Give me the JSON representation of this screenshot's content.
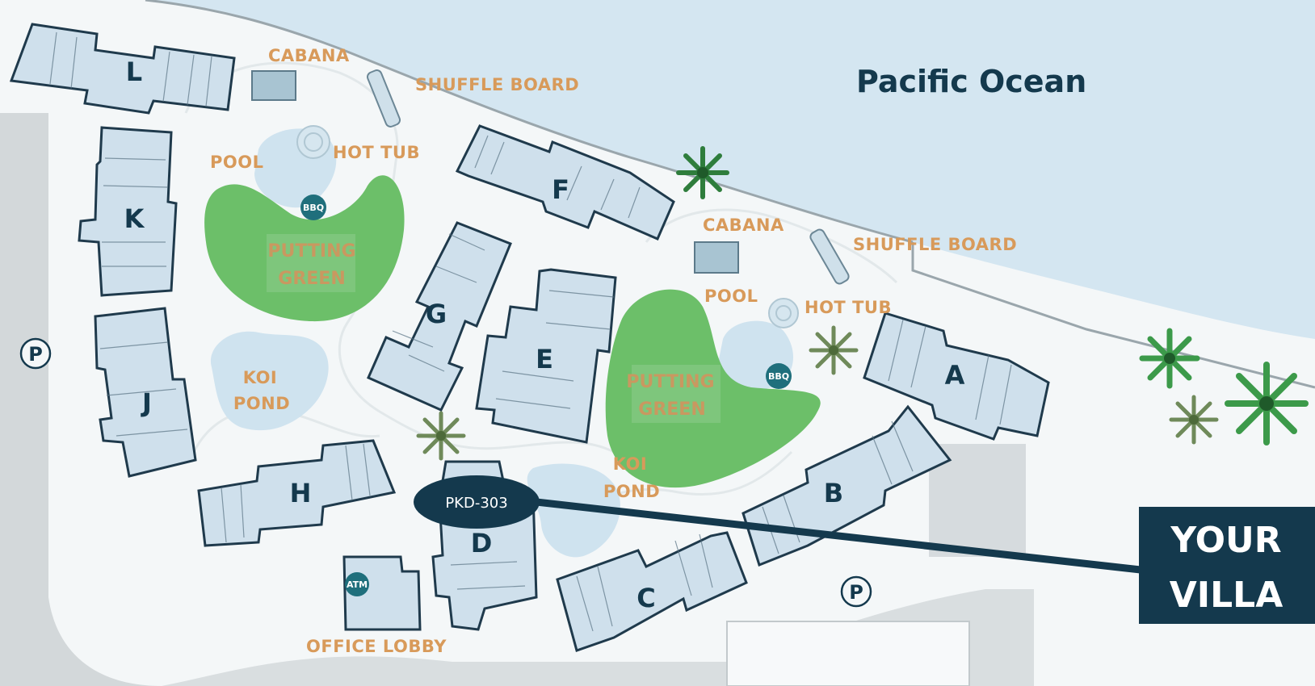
{
  "ocean_label": "Pacific Ocean",
  "buildings": {
    "A": "A",
    "B": "B",
    "C": "C",
    "D": "D",
    "E": "E",
    "F": "F",
    "G": "G",
    "H": "H",
    "J": "J",
    "K": "K",
    "L": "L"
  },
  "north": {
    "cabana": "CABANA",
    "shuffle_board": "SHUFFLE BOARD",
    "pool": "POOL",
    "hot_tub": "HOT TUB",
    "bbq": "BBQ",
    "putting_green_line1": "PUTTING",
    "putting_green_line2": "GREEN",
    "koi_pond_line1": "KOI",
    "koi_pond_line2": "POND"
  },
  "south": {
    "cabana": "CABANA",
    "shuffle_board": "SHUFFLE BOARD",
    "pool": "POOL",
    "hot_tub": "HOT TUB",
    "bbq": "BBQ",
    "putting_green_line1": "PUTTING",
    "putting_green_line2": "GREEN",
    "koi_pond_line1": "KOI",
    "koi_pond_line2": "POND"
  },
  "atm": "ATM",
  "office_lobby": "OFFICE LOBBY",
  "parking": [
    "P",
    "P"
  ],
  "villa_marker": "PKD-303",
  "your_villa_line1": "YOUR",
  "your_villa_line2": "VILLA",
  "colors": {
    "ocean": "#d4e6f1",
    "green": "#6cbf69",
    "navy": "#14394d",
    "amenity": "#d89a5a",
    "teal": "#1f6f7c"
  }
}
